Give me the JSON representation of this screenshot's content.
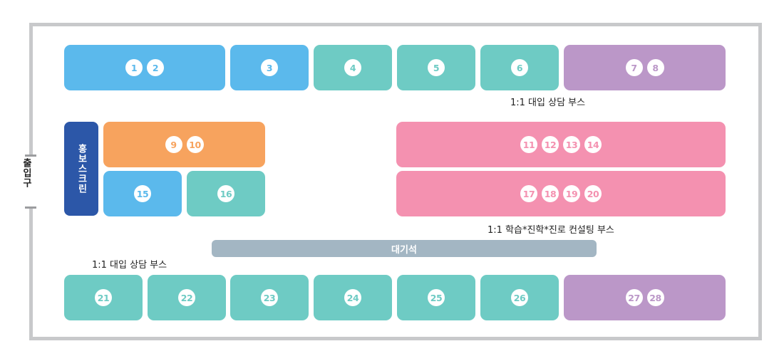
{
  "colors": {
    "blue": "#5bb9ec",
    "teal": "#6ecbc4",
    "purple": "#bb97c8",
    "orange": "#f7a35e",
    "pink": "#f491b0",
    "navy": "#2c57a8",
    "waiting": "#a3b6c3",
    "wall": "#c8c9cb"
  },
  "entrance": "출입구",
  "promo_screen": "홍보스크린",
  "waiting_area": "대기석",
  "labels": {
    "top_right": "1:1 대입 상담 부스",
    "middle_right": "1:1 학습*진학*진로 컨설팅 부스",
    "bottom_left": "1:1 대입 상담 부스"
  },
  "booths": [
    {
      "numbers": [
        "1",
        "2"
      ],
      "color": "blue"
    },
    {
      "numbers": [
        "3"
      ],
      "color": "blue"
    },
    {
      "numbers": [
        "4"
      ],
      "color": "teal"
    },
    {
      "numbers": [
        "5"
      ],
      "color": "teal"
    },
    {
      "numbers": [
        "6"
      ],
      "color": "teal"
    },
    {
      "numbers": [
        "7",
        "8"
      ],
      "color": "purple"
    },
    {
      "numbers": [
        "9",
        "10"
      ],
      "color": "orange"
    },
    {
      "numbers": [
        "15"
      ],
      "color": "blue"
    },
    {
      "numbers": [
        "16"
      ],
      "color": "teal"
    },
    {
      "numbers": [
        "11",
        "12",
        "13",
        "14"
      ],
      "color": "pink"
    },
    {
      "numbers": [
        "17",
        "18",
        "19",
        "20"
      ],
      "color": "pink"
    },
    {
      "numbers": [
        "21"
      ],
      "color": "teal"
    },
    {
      "numbers": [
        "22"
      ],
      "color": "teal"
    },
    {
      "numbers": [
        "23"
      ],
      "color": "teal"
    },
    {
      "numbers": [
        "24"
      ],
      "color": "teal"
    },
    {
      "numbers": [
        "25"
      ],
      "color": "teal"
    },
    {
      "numbers": [
        "26"
      ],
      "color": "teal"
    },
    {
      "numbers": [
        "27",
        "28"
      ],
      "color": "purple"
    }
  ]
}
